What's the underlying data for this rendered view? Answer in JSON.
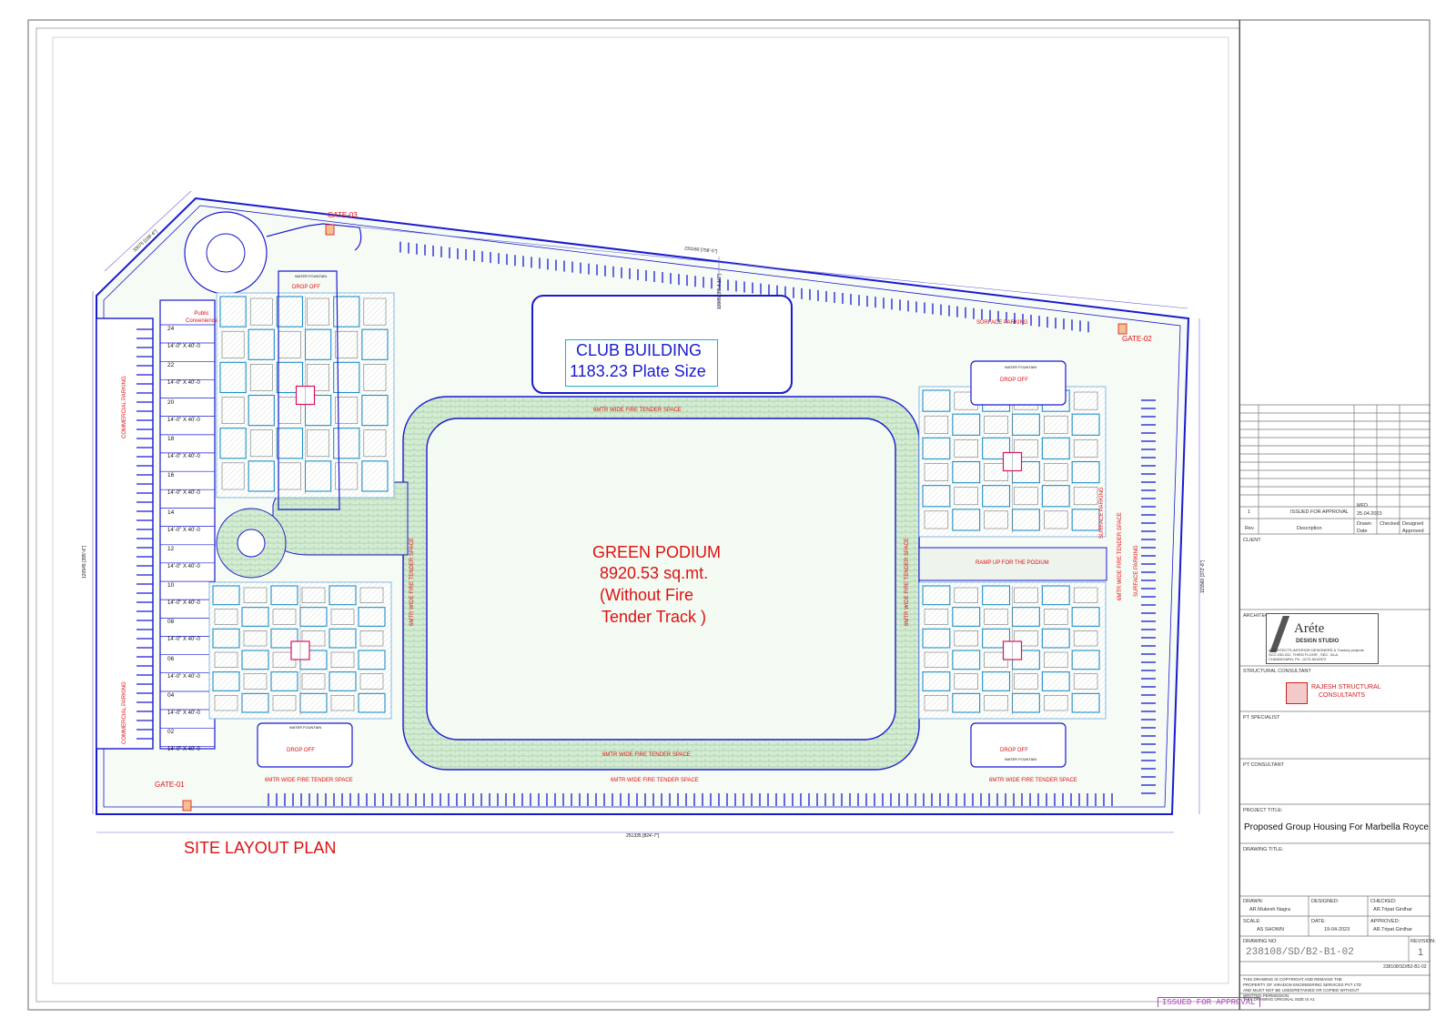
{
  "drawing": {
    "title": "SITE LAYOUT PLAN",
    "gates": [
      "GATE-01",
      "GATE-02",
      "GATE-03"
    ],
    "club": {
      "name": "CLUB BUILDING",
      "plate": "1183.23 Plate Size"
    },
    "podium": {
      "line1": "GREEN PODIUM",
      "line2": "8920.53 sq.mt.",
      "line3": "(Without Fire",
      "line4": "Tender Track  )"
    },
    "fire_tender": "6MTR WIDE FIRE TENDER SPACE",
    "fire_tender_vert": "6MTR WIDE FIRE TENDER SPACE",
    "ramp": "RAMP UP FOR THE PODIUM",
    "surface_parking": "SURFACE PARKING",
    "commercial_parking": "COMMERCIAL PARKING",
    "public_convenience": "Public\nConvenience",
    "drop_off": "DROP OFF",
    "water_fountain": "WATER FOUNTAIN",
    "shop_size": "14'-0\" X 40'-0",
    "shop_numbers": [
      "24",
      "22",
      "20",
      "18",
      "16",
      "14",
      "12",
      "10",
      "08",
      "06",
      "04",
      "02"
    ],
    "dimensions": {
      "top": "231160 [758'-5\"]",
      "top_left": "33075 [108'-6\"]",
      "bottom": "251335 [824'-7\"]",
      "left": "120545 [395'-6\"]",
      "right": "115560 [372'-8\"]",
      "mid_vert": "12005 [39'-4 1/2\"]"
    }
  },
  "issued_stamp": "ISSUED FOR APPROVAL",
  "title_block": {
    "revision_row": {
      "rev": "1",
      "desc": "ISSUED FOR APPROVAL",
      "by": "MFD",
      "date": "25.04.2023"
    },
    "rev_headers": {
      "rev": "Rev.",
      "desc": "Description",
      "drawn": "Drawn",
      "checked": "Checked",
      "designed": "Designed",
      "date": "Date",
      "approved": "Approved"
    },
    "client_label": "CLIENT",
    "architect_label": "ARCHITECT",
    "architect": {
      "name": "Aréte",
      "studio": "DESIGN STUDIO",
      "tagline": "ARCHITECTS,INTERIOR DESIGNERS & Turnkey projects",
      "address": "SCO 230-231, THIRD FLOOR , SEC. 34-A,",
      "city": "CHANDIGARH, Ph. -0172-5016372"
    },
    "structural_label": "STRUCTURAL CONSULTANT",
    "structural": {
      "name1": "RAJESH STRUCTURAL",
      "name2": "CONSULTANTS"
    },
    "pt_specialist_label": "PT SPECIALIST",
    "pt_consultant_label": "PT CONSULTANT",
    "project_title_label": "PROJECT TITLE:",
    "project_title": "Proposed Group Housing For Marbella Royce",
    "drawing_title_label": "DRAWING TITLE:",
    "drawn_label": "DRAWN:",
    "drawn_value": "AR.Mukesh Nagra",
    "designed_label": "DESIGNED:",
    "checked_label": "CHECKED:",
    "checked_value": "AR.Tripat Girdhar",
    "scale_label": "SCALE:",
    "scale_value": "AS SHOWN",
    "date_label": "DATE:",
    "date_value": "19-04-2023",
    "approved_label": "APPROVED:",
    "approved_value": "AR.Tripat Girdhar",
    "drawing_no_label": "DRAWING NO:",
    "drawing_no": "238108/SD/B2-B1-02",
    "revision_label": "REVISION:",
    "revision_value": "1",
    "copyright": "THIS DRAWING IS COPYRIGHT AND REMAINS THE PROPERTY OF VIRADON ENGINEERING SERVICES PVT LTD AND MUST NOT BE USED/RETAINED OR COPIED WITHOUT WRITTEN PERMISSION.",
    "original_size": "THIS DRAWING ORIGINAL SIZE IS A1"
  },
  "colors": {
    "site_line": "#1a1ad0",
    "annotation": "#e01010",
    "building": "#1e8fc8",
    "paving": "#9fcf9f"
  }
}
